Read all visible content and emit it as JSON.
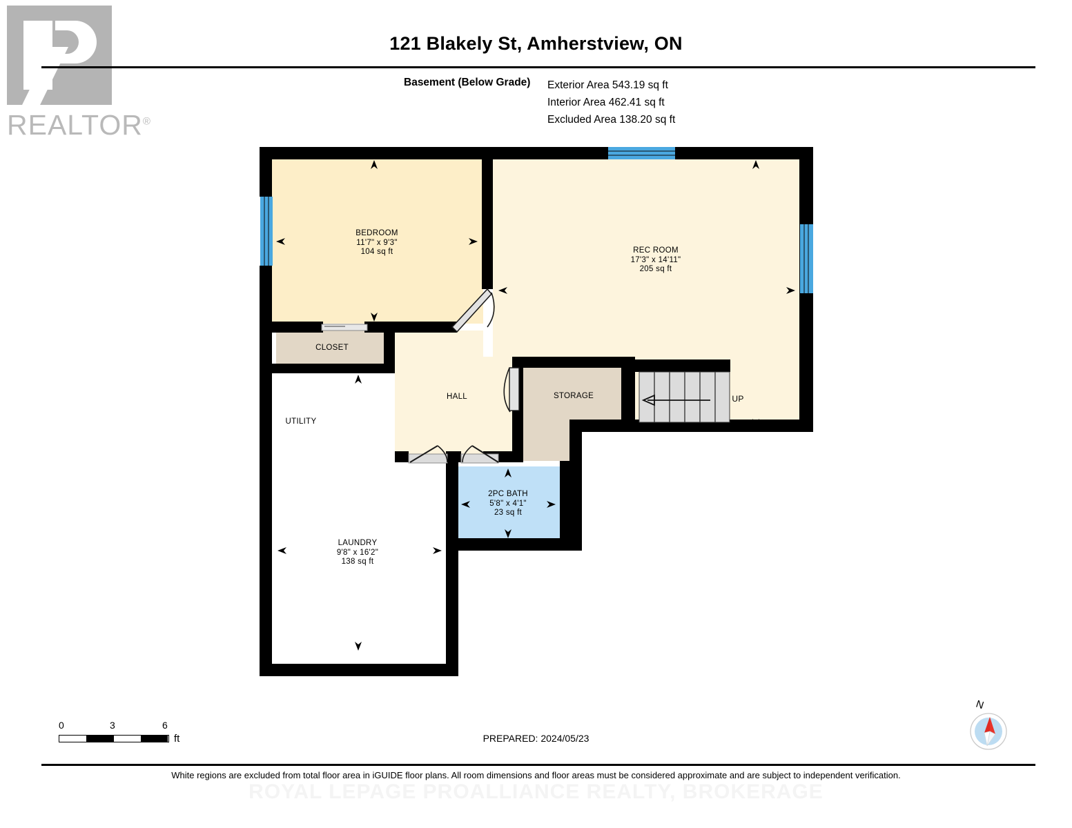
{
  "branding": {
    "realtor_word": "REALTOR",
    "realtor_reg": "®",
    "watermark": "ROYAL LEPAGE PROALLIANCE REALTY, BROKERAGE"
  },
  "header": {
    "title": "121 Blakely St, Amherstview, ON",
    "level_label": "Basement (Below Grade)",
    "exterior_area": "Exterior Area 543.19 sq ft",
    "interior_area": "Interior Area 462.41 sq ft",
    "excluded_area": "Excluded Area 138.20 sq ft"
  },
  "footer": {
    "prepared": "PREPARED: 2024/05/23",
    "disclaimer": "White regions are excluded from total floor area in iGUIDE floor plans. All room dimensions and floor areas must be considered approximate and are subject to independent verification.",
    "scale_ticks": [
      "0",
      "3",
      "6"
    ],
    "scale_unit": "ft",
    "compass_label": "N"
  },
  "floorplan": {
    "stairs_label": "UP",
    "rooms": [
      {
        "name": "BEDROOM",
        "dims": "11'7\" x 9'3\"",
        "area": "104 sq ft",
        "fill": "#fdeec8"
      },
      {
        "name": "REC ROOM",
        "dims": "17'3\" x 14'11\"",
        "area": "205 sq ft",
        "fill": "#fdf4dd"
      },
      {
        "name": "CLOSET",
        "dims": "",
        "area": "",
        "fill": "#e2d7c6"
      },
      {
        "name": "HALL",
        "dims": "",
        "area": "",
        "fill": "#fdf4dd"
      },
      {
        "name": "STORAGE",
        "dims": "",
        "area": "",
        "fill": "#e2d7c6"
      },
      {
        "name": "UTILITY",
        "dims": "",
        "area": "",
        "fill": "#ffffff"
      },
      {
        "name": "LAUNDRY",
        "dims": "9'8\" x 16'2\"",
        "area": "138 sq ft",
        "fill": "#ffffff"
      },
      {
        "name": "2PC BATH",
        "dims": "5'8\" x 4'1\"",
        "area": "23 sq ft",
        "fill": "#bfe0f7"
      }
    ],
    "colors": {
      "wall": "#000000",
      "window": "#4aa8e0",
      "door": "#d9d9d9",
      "stairs": "#dcdcdc",
      "included_fill": "#fdf4dd",
      "closet_fill": "#e2d7c6",
      "bath_fill": "#bfe0f7",
      "excluded_fill": "#ffffff"
    }
  }
}
